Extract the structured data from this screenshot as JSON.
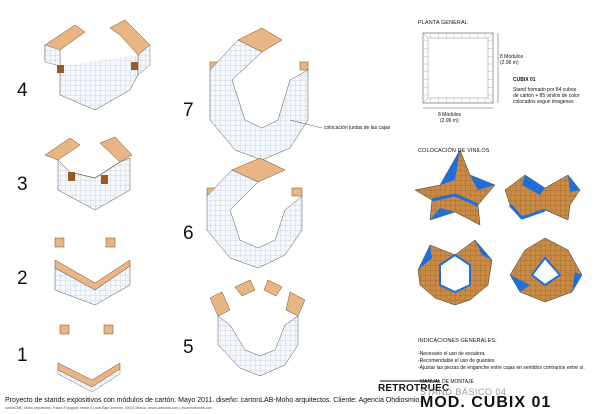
{
  "steps": [
    "1",
    "2",
    "3",
    "4",
    "5",
    "6",
    "7"
  ],
  "planta": {
    "title": "PLANTA GENERAL",
    "dim_right_1": "8 Módulos",
    "dim_right_2": "(2.96 m)",
    "dim_bottom_1": "8 Módulos",
    "dim_bottom_2": "(2.96 m)"
  },
  "cubix": {
    "name": "CUBIX 01",
    "desc_1": "Stand formado por  84 cubos",
    "desc_2": "de cartón + 85 vinilos de color",
    "desc_3": "colocados segun imagenes"
  },
  "callout": "colocación juntas de las cajas",
  "vinilos_title": "COLOCACIÓN DE VINILOS",
  "indicaciones": {
    "title": "INDICACIONES GENERALES:",
    "line_1": "-Necesario el uso de escalera.",
    "line_2": "-Recomendable el uso de guantes.",
    "line_3": "-Ajustar las piezas de enganche entre cajas en sentidos contrarios entre sí."
  },
  "manual": "MANUAL DE MONTAJE",
  "stand_subtitle": "STAND BÁSICO 04",
  "main_title": "MOD. CUBIX 01",
  "logo": "RETROTRUEC",
  "footer": "Proyecto de stands expositivos con módulos de cartón. Mayo 2011. diseño: cartonLAB-Moho arquitectos. Cliente: Agencia Ohdiosmio.",
  "footer_fine": "cartonLAB | Moho arquitectos. Paseo Fotógrafo Verdú 4 Local Bajo derecho. 30002 Murcia. www.cartonlab.com | www.mohoweb.com",
  "colors": {
    "cardboard": "#e8b685",
    "cardboard_dark": "#b8702f",
    "box_face": "#f3f6fb",
    "vinyl_blue": "#1f6fd8"
  }
}
